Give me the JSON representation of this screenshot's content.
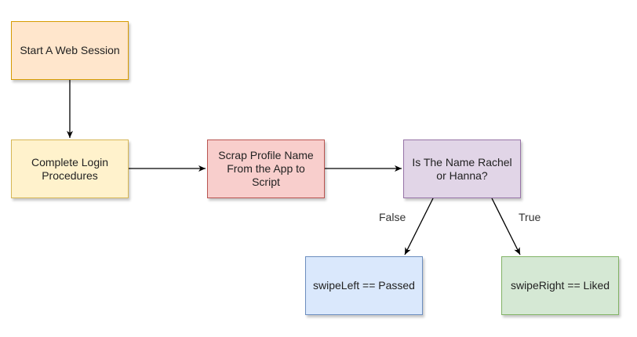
{
  "nodes": {
    "start": {
      "label": "Start A Web Session",
      "fill": "#ffe6cc",
      "stroke": "#d79b00"
    },
    "login": {
      "label": "Complete Login\nProcedures",
      "fill": "#fff2cc",
      "stroke": "#d6b656"
    },
    "scrap": {
      "label": "Scrap Profile Name\nFrom the App to\nScript",
      "fill": "#f8cecc",
      "stroke": "#b85450"
    },
    "decide": {
      "label": "Is The Name Rachel\nor Hanna?",
      "fill": "#e1d5e7",
      "stroke": "#9673a6"
    },
    "left": {
      "label": "swipeLeft == Passed",
      "fill": "#dae8fc",
      "stroke": "#6c8ebf"
    },
    "right": {
      "label": "swipeRight == Liked",
      "fill": "#d5e8d4",
      "stroke": "#82b366"
    }
  },
  "edges": {
    "false_label": "False",
    "true_label": "True",
    "color": "#000000"
  }
}
